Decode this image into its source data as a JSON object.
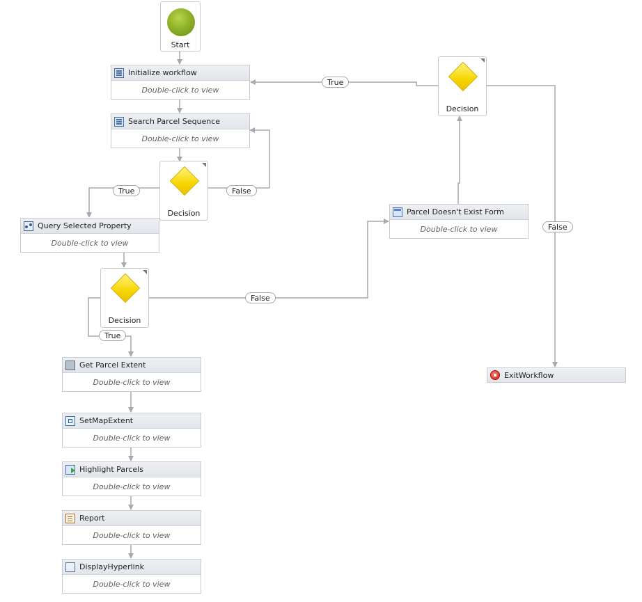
{
  "start": {
    "label": "Start"
  },
  "activities": {
    "initialize": {
      "title": "Initialize workflow",
      "body": "Double-click to view"
    },
    "search_parcel": {
      "title": "Search Parcel Sequence",
      "body": "Double-click to view"
    },
    "query_property": {
      "title": "Query Selected Property",
      "body": "Double-click to view"
    },
    "parcel_not_exist": {
      "title": "Parcel Doesn't Exist Form",
      "body": "Double-click to view"
    },
    "get_extent": {
      "title": "Get Parcel Extent",
      "body": "Double-click to view"
    },
    "set_map": {
      "title": "SetMapExtent",
      "body": "Double-click to view"
    },
    "highlight": {
      "title": "Highlight Parcels",
      "body": "Double-click to view"
    },
    "report": {
      "title": "Report",
      "body": "Double-click to view"
    },
    "display_hyperlink": {
      "title": "DisplayHyperlink",
      "body": "Double-click to view"
    },
    "exit": {
      "title": "ExitWorkflow"
    }
  },
  "decisions": {
    "top_right": {
      "label": "Decision"
    },
    "middle": {
      "label": "Decision"
    },
    "lower": {
      "label": "Decision"
    }
  },
  "edge_labels": {
    "top_true": "True",
    "top_false": "False",
    "mid_true": "True",
    "mid_false": "False",
    "low_true": "True",
    "low_false": "False"
  },
  "icons": {
    "start": "start-circle-icon",
    "sequence": "sequence-icon",
    "query": "query-icon",
    "form": "form-icon",
    "extent": "map-extent-icon",
    "setmap": "set-map-extent-icon",
    "highlight": "highlight-icon",
    "report": "report-icon",
    "hyperlink": "hyperlink-icon",
    "exit": "stop-icon",
    "decision": "decision-diamond-icon"
  },
  "colors": {
    "connector": "#a9a9a9",
    "start_green": "#8fb22a",
    "decision_yellow": "#f7d600",
    "exit_red": "#d01e10"
  }
}
